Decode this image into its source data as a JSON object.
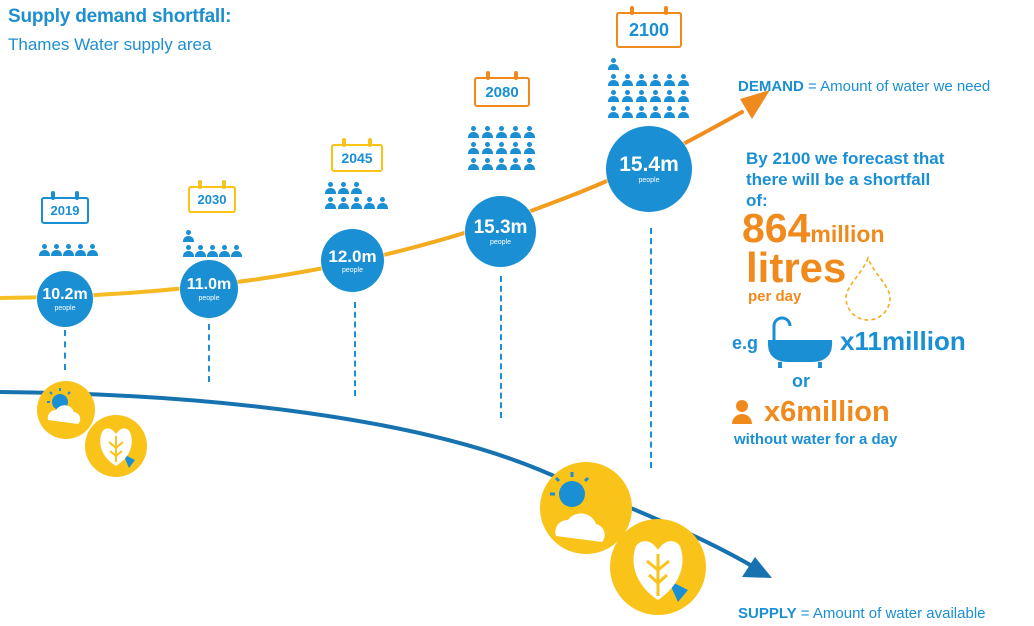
{
  "header": {
    "title": "Supply demand shortfall:",
    "subtitle": "Thames Water supply area"
  },
  "colors": {
    "blue": "#1a8fd3",
    "demand_line": "#f4ad1f",
    "demand_line_end": "#f08a1c",
    "supply_line": "#1673b0",
    "calendar_yellow": "#f9c31a",
    "calendar_orange": "#f08a1c",
    "weather_yellow": "#f9c31a"
  },
  "milestones": [
    {
      "year": "2019",
      "population": "10.2m",
      "unit": "people",
      "calendar_color": "#1a8fd3"
    },
    {
      "year": "2030",
      "population": "11.0m",
      "unit": "people",
      "calendar_color": "#f9c31a"
    },
    {
      "year": "2045",
      "population": "12.0m",
      "unit": "people",
      "calendar_color": "#f9c31a"
    },
    {
      "year": "2080",
      "population": "15.3m",
      "unit": "people",
      "calendar_color": "#f08a1c"
    },
    {
      "year": "2100",
      "population": "15.4m",
      "unit": "people",
      "calendar_color": "#f08a1c"
    }
  ],
  "labels": {
    "demand_bold": "DEMAND",
    "demand_rest": " = Amount of water we need",
    "supply_bold": "SUPPLY",
    "supply_rest": " = Amount of water available"
  },
  "shortfall": {
    "intro": "By 2100 we forecast that there will be a shortfall of:",
    "amount": "864",
    "amount_unit": "million",
    "amount_word": "litres",
    "per": "per day",
    "eg": "e.g",
    "bath_count": "x11million",
    "or": "or",
    "people_count": "x6million",
    "people_note": "without water for a day"
  },
  "icons": {
    "calendar": "calendar-icon",
    "people": "people-group-icon",
    "drop": "water-drop-icon",
    "bath": "bathtub-icon",
    "person": "person-icon",
    "weather": "sun-cloud-icon",
    "leaf": "leaf-icon"
  }
}
